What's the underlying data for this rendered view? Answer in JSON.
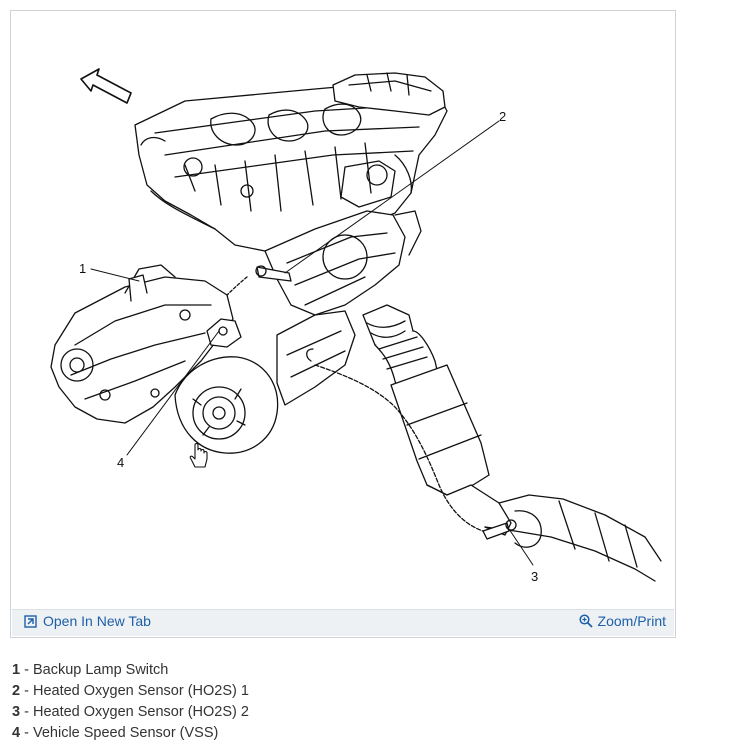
{
  "figure": {
    "callouts": [
      "1",
      "2",
      "3",
      "4"
    ],
    "icons": [
      "front-arrow-icon",
      "hand-cursor-icon"
    ]
  },
  "toolbar": {
    "open_tab_label": "Open In New Tab",
    "zoom_label": "Zoom/Print",
    "open_tab_icon": "open-external-icon",
    "zoom_icon": "magnifier-plus-icon"
  },
  "legend": [
    {
      "num": "1",
      "sep": " - ",
      "text": "Backup Lamp Switch"
    },
    {
      "num": "2",
      "sep": " - ",
      "text": "Heated Oxygen Sensor (HO2S) 1"
    },
    {
      "num": "3",
      "sep": " - ",
      "text": "Heated Oxygen Sensor (HO2S) 2"
    },
    {
      "num": "4",
      "sep": " - ",
      "text": "Vehicle Speed Sensor (VSS)"
    }
  ]
}
